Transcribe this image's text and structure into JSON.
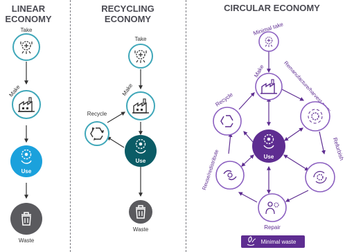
{
  "linear": {
    "title_line1": "LINEAR",
    "title_line2": "ECONOMY",
    "take": "Take",
    "make": "Make",
    "use": "Use",
    "waste": "Waste"
  },
  "recycling": {
    "title_line1": "RECYCLING",
    "title_line2": "ECONOMY",
    "take": "Take",
    "make": "Make",
    "recycle": "Recycle",
    "use": "Use",
    "waste": "Waste"
  },
  "circular": {
    "title": "CIRCULAR ECONOMY",
    "minimal_take": "Minimal take",
    "make": "Make",
    "recycle": "Recycle",
    "remanufacture": "Remanufacture/harvest parts",
    "use": "Use",
    "reuse": "Reuse/redistribute",
    "refurbish": "Refurbish",
    "repair": "Repair",
    "minimal_waste": "Minimal waste"
  },
  "colors": {
    "teal_ring": "#3fa7b9",
    "blue_fill": "#1ba1dc",
    "dark_teal_fill": "#0b5c66",
    "grey_fill": "#5a5a5e",
    "purple": "#5e2d91",
    "purple_light": "#8b5fc0",
    "title_grey": "#4a4a52"
  },
  "icons": {
    "take": "raw-material-icon",
    "make": "factory-icon",
    "use": "hand-gear-icon",
    "waste": "trash-can-icon",
    "recycle": "recycle-icon",
    "remanufacture": "gear-cycle-icon",
    "refurbish": "gear-refresh-icon",
    "repair": "person-gear-icon",
    "reuse": "hands-exchange-icon"
  }
}
